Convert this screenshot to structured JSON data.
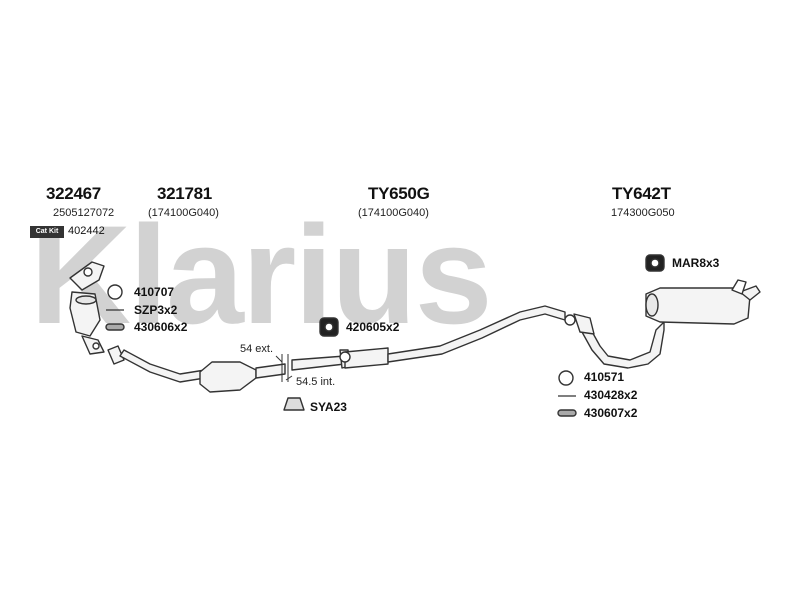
{
  "watermark": "Klarius",
  "catkit": {
    "badge": "Cat Kit",
    "number": "402442"
  },
  "sections": [
    {
      "part": "322467",
      "oe": "2505127072"
    },
    {
      "part": "321781",
      "oe": "(174100G040)"
    },
    {
      "part": "TY650G",
      "oe": "(174100G040)"
    },
    {
      "part": "TY642T",
      "oe": "174300G050"
    }
  ],
  "fittings": {
    "f1": "410707",
    "f2": "SZP3x2",
    "f3": "430606x2",
    "f4": "420605x2",
    "f5": "SYA23",
    "f6": "410571",
    "f7": "430428x2",
    "f8": "430607x2",
    "f9": "MAR8x3"
  },
  "dimensions": {
    "ext": "54 ext.",
    "int": "54.5 int."
  },
  "colors": {
    "watermark": "#d2d2d2",
    "line": "#333333",
    "part_fill": "#f4f4f4",
    "rubber": "#222222"
  }
}
